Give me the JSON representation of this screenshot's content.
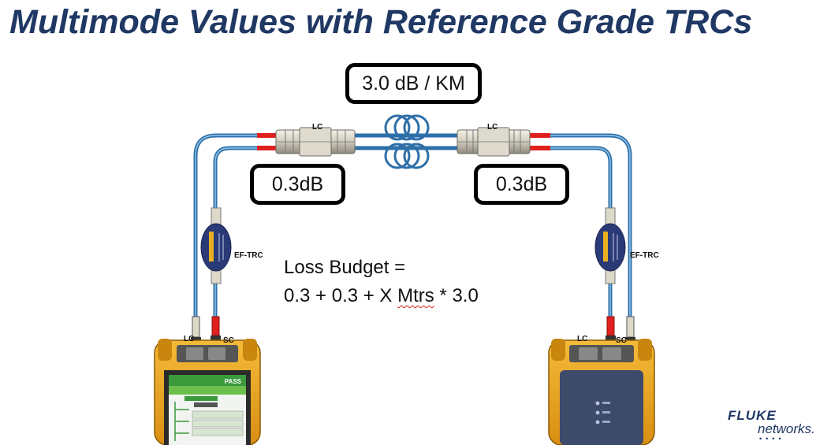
{
  "title": "Multimode Values with Reference Grade TRCs",
  "callouts": {
    "attenuation": "3.0 dB / KM",
    "left_connection_loss": "0.3dB",
    "right_connection_loss": "0.3dB"
  },
  "loss_budget": {
    "line1": "Loss Budget =",
    "line2_start": "0.3 + 0.3 + X ",
    "line2_underlined": "Mtrs",
    "line2_end": " * 3.0"
  },
  "labels": {
    "lc_top_left": "LC",
    "lc_top_right": "LC",
    "trc_left": "EF-TRC",
    "trc_right": "EF-TRC",
    "lc_bottom_left": "LC",
    "sc_bottom_left": "SC",
    "lc_bottom_right": "LC",
    "sc_bottom_right": "SC"
  },
  "screen": {
    "pass_text": "PASS"
  },
  "logo": {
    "brand": "FLUKE",
    "sub": "networks."
  },
  "colors": {
    "title": "#1f3864",
    "fiber": "#3e87c8",
    "tester_body": "#e8a320",
    "connector_red": "#e0201e"
  }
}
